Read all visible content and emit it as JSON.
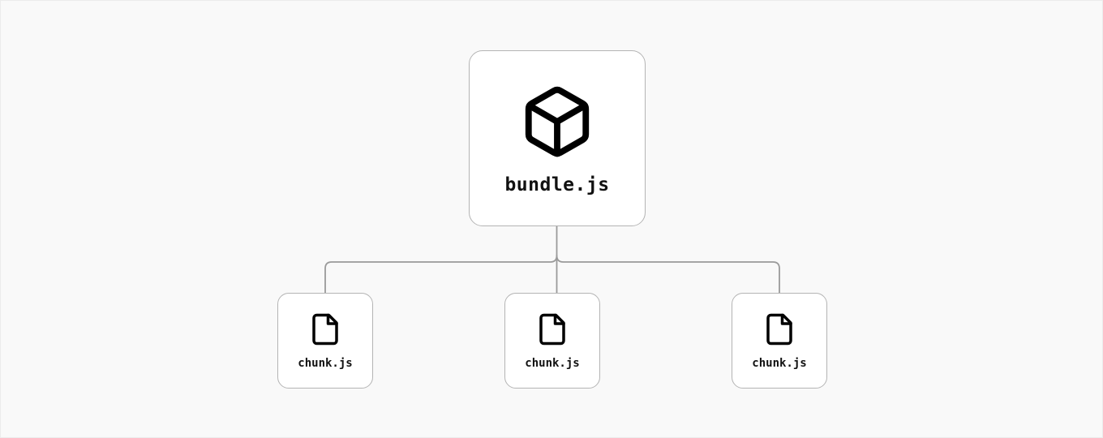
{
  "diagram": {
    "title": "bundle splitting diagram",
    "background_color": "#f9f9f9",
    "border_color": "#ececec",
    "node_border_color": "#b4b4b4",
    "node_fill_color": "#ffffff",
    "connector_color": "#9a9a9a",
    "icon_color": "#000000",
    "label_color": "#111111"
  },
  "root": {
    "label": "bundle.js",
    "icon": "cube-icon"
  },
  "children": [
    {
      "label": "chunk.js",
      "icon": "file-icon"
    },
    {
      "label": "chunk.js",
      "icon": "file-icon"
    },
    {
      "label": "chunk.js",
      "icon": "file-icon"
    }
  ]
}
